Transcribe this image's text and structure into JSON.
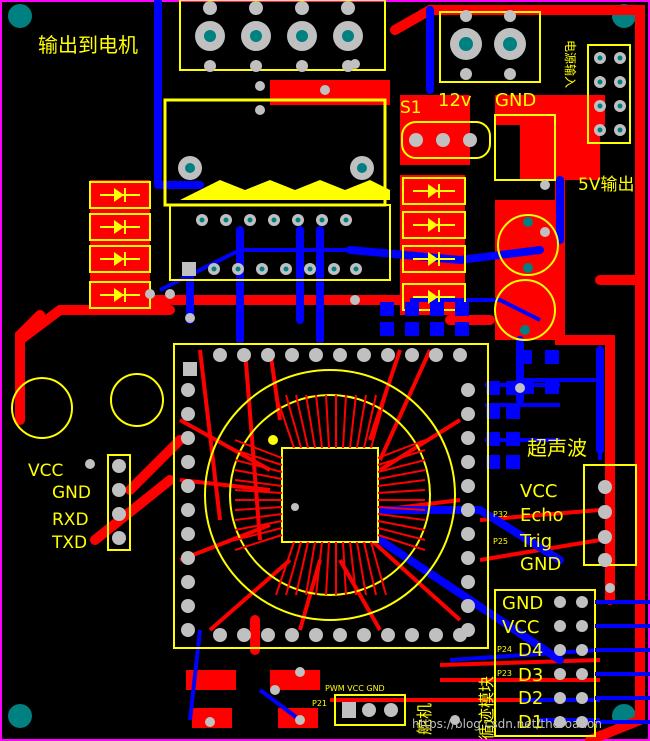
{
  "labels": {
    "motor_output": "输出到电机",
    "switch": "S1",
    "v12": "12v",
    "gnd_top": "GND",
    "power_input": "电源输入",
    "v5_output": "5V输出",
    "ultrasonic": "超声波",
    "vcc_left": "VCC",
    "gnd_left": "GND",
    "rxd": "RXD",
    "txd": "TXD",
    "vcc_us": "VCC",
    "echo": "Echo",
    "trig": "Trig",
    "gnd_us": "GND",
    "gnd_hdr": "GND",
    "vcc_hdr": "VCC",
    "d4": "D4",
    "d3": "D3",
    "d2": "D2",
    "d1": "D1",
    "p32": "P32",
    "p25": "P25",
    "p24": "P24",
    "p23": "P23",
    "pwm_header": "PWM VCC GND",
    "p21": "P21",
    "steering": "舵机",
    "line_track": "循迹模块",
    "watermark": "https://blog.csdn.net/theroadon"
  },
  "colors": {
    "top_copper": "#ff0000",
    "bottom_copper": "#0000ff",
    "silkscreen": "#ffff00",
    "pad": "#c0c0c0",
    "hole": "#008080",
    "board": "#000000",
    "keepout": "#ff00ff"
  }
}
